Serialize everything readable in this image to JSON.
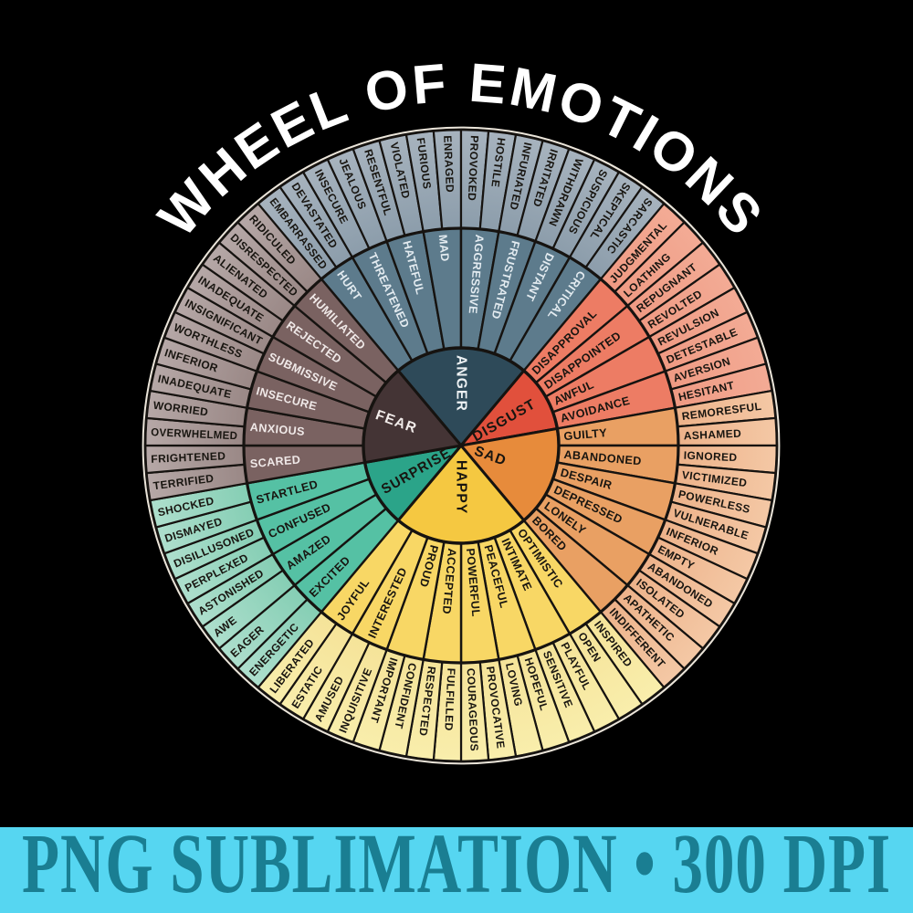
{
  "title": "WHEEL OF EMOTIONS",
  "banner": {
    "text": "PNG SUBLIMATION • 300 DPI",
    "bg_color": "#56d6f1",
    "text_color": "#1a7e92"
  },
  "colors": {
    "background": "#000000",
    "title_text": "#ffffff",
    "stroke": "#161310",
    "rim": "#ebe5da"
  },
  "wheel": {
    "sections": [
      {
        "name": "ANGER",
        "start": -40,
        "end": 40,
        "colors": {
          "core": "#2e4a59",
          "middle": "#5d7b8c",
          "outer_inner": "#8c9dab",
          "outer_outer": "#a7b3be"
        },
        "text_colors": {
          "core": "#eef2f4",
          "middle": "#e3ebf0",
          "outer": "#181510"
        },
        "middle": [
          "HURT",
          "THREATENED",
          "HATEFUL",
          "MAD",
          "AGGRESSIVE",
          "FRUSTRATED",
          "DISTANT",
          "CRITICAL"
        ],
        "outer": [
          "EMBARRASSED",
          "DEVASTATED",
          "INSECURE",
          "JEALOUS",
          "RESENTFUL",
          "VIOLATED",
          "FURIOUS",
          "ENRAGED",
          "PROVOKED",
          "HOSTILE",
          "INFURIATED",
          "IRRITATED",
          "WITHDRAWN",
          "SUSPICIOUS",
          "SKEPTICAL",
          "SARCASTIC"
        ]
      },
      {
        "name": "DISGUST",
        "start": 40,
        "end": 80,
        "colors": {
          "core": "#e1503c",
          "middle": "#ed7c64",
          "outer_inner": "#ef9a83",
          "outer_outer": "#f3ab95"
        },
        "text_colors": {
          "core": "#181510",
          "middle": "#181510",
          "outer": "#181510"
        },
        "middle": [
          "DISAPPROVAL",
          "DISAPPOINTED",
          "AWFUL",
          "AVOIDANCE"
        ],
        "outer": [
          "JUDGMENTAL",
          "LOATHING",
          "REPUGNANT",
          "REVOLTED",
          "REVULSION",
          "DETESTABLE",
          "AVERSION",
          "HESITANT"
        ]
      },
      {
        "name": "SAD",
        "start": 80,
        "end": 140,
        "colors": {
          "core": "#e78b3b",
          "middle": "#e9a063",
          "outer_inner": "#edb28a",
          "outer_outer": "#f4c8a5"
        },
        "text_colors": {
          "core": "#181510",
          "middle": "#181510",
          "outer": "#181510"
        },
        "middle": [
          "GUILTY",
          "ABANDONED",
          "DESPAIR",
          "DEPRESSED",
          "LONELY",
          "BORED"
        ],
        "outer": [
          "REMORESFUL",
          "ASHAMED",
          "IGNORED",
          "VICTIMIZED",
          "POWERLESS",
          "VULNERABLE",
          "INFERIOR",
          "EMPTY",
          "ABANDONED",
          "ISOLATED",
          "APATHETIC",
          "INDIFFERENT"
        ]
      },
      {
        "name": "HAPPY",
        "start": 140,
        "end": 220,
        "colors": {
          "core": "#f5c841",
          "middle": "#f8d765",
          "outer_inner": "#f5e399",
          "outer_outer": "#f9eeac"
        },
        "text_colors": {
          "core": "#181510",
          "middle": "#181510",
          "outer": "#181510"
        },
        "middle": [
          "OPTIMISTIC",
          "INTIMATE",
          "PEACEFUL",
          "POWERFUL",
          "ACCEPTED",
          "PROUD",
          "INTERESTED",
          "JOYFUL"
        ],
        "outer": [
          "INSPIRED",
          "OPEN",
          "PLAYFUL",
          "SENSITIVE",
          "HOPEFUL",
          "LOVING",
          "PROVOCATIVE",
          "COURAGEOUS",
          "FULFILLED",
          "RESPECTED",
          "CONFIDENT",
          "IMPORTANT",
          "INQUISITIVE",
          "AMUSED",
          "ESTATIC",
          "LIBERATED"
        ]
      },
      {
        "name": "SURPRISE",
        "start": 220,
        "end": 260,
        "colors": {
          "core": "#2ba489",
          "middle": "#55c1a4",
          "outer_inner": "#85ceb4",
          "outer_outer": "#aedfcd"
        },
        "text_colors": {
          "core": "#181510",
          "middle": "#181510",
          "outer": "#181510"
        },
        "middle": [
          "EXCITED",
          "AMAZED",
          "CONFUSED",
          "STARTLED"
        ],
        "outer": [
          "ENERGETIC",
          "EAGER",
          "AWE",
          "ASTONISHED",
          "PERPLEXED",
          "DISILLUSONED",
          "DISMAYED",
          "SHOCKED"
        ]
      },
      {
        "name": "FEAR",
        "start": 260,
        "end": 320,
        "colors": {
          "core": "#443435",
          "middle": "#7a6261",
          "outer_inner": "#9a8886",
          "outer_outer": "#b6a8a7"
        },
        "text_colors": {
          "core": "#f2ecea",
          "middle": "#f0e9e8",
          "outer": "#181510"
        },
        "middle": [
          "SCARED",
          "ANXIOUS",
          "INSECURE",
          "SUBMISSIVE",
          "REJECTED",
          "HUMILIATED"
        ],
        "outer": [
          "TERRIFIED",
          "FRIGHTENED",
          "OVERWHELMED",
          "WORRIED",
          "INADEQUATE",
          "INFERIOR",
          "WORTHLESS",
          "INSIGNIFICANT",
          "INADEQUATE",
          "ALIENATED",
          "DISRESPECTED",
          "RIDICULED"
        ]
      }
    ]
  }
}
